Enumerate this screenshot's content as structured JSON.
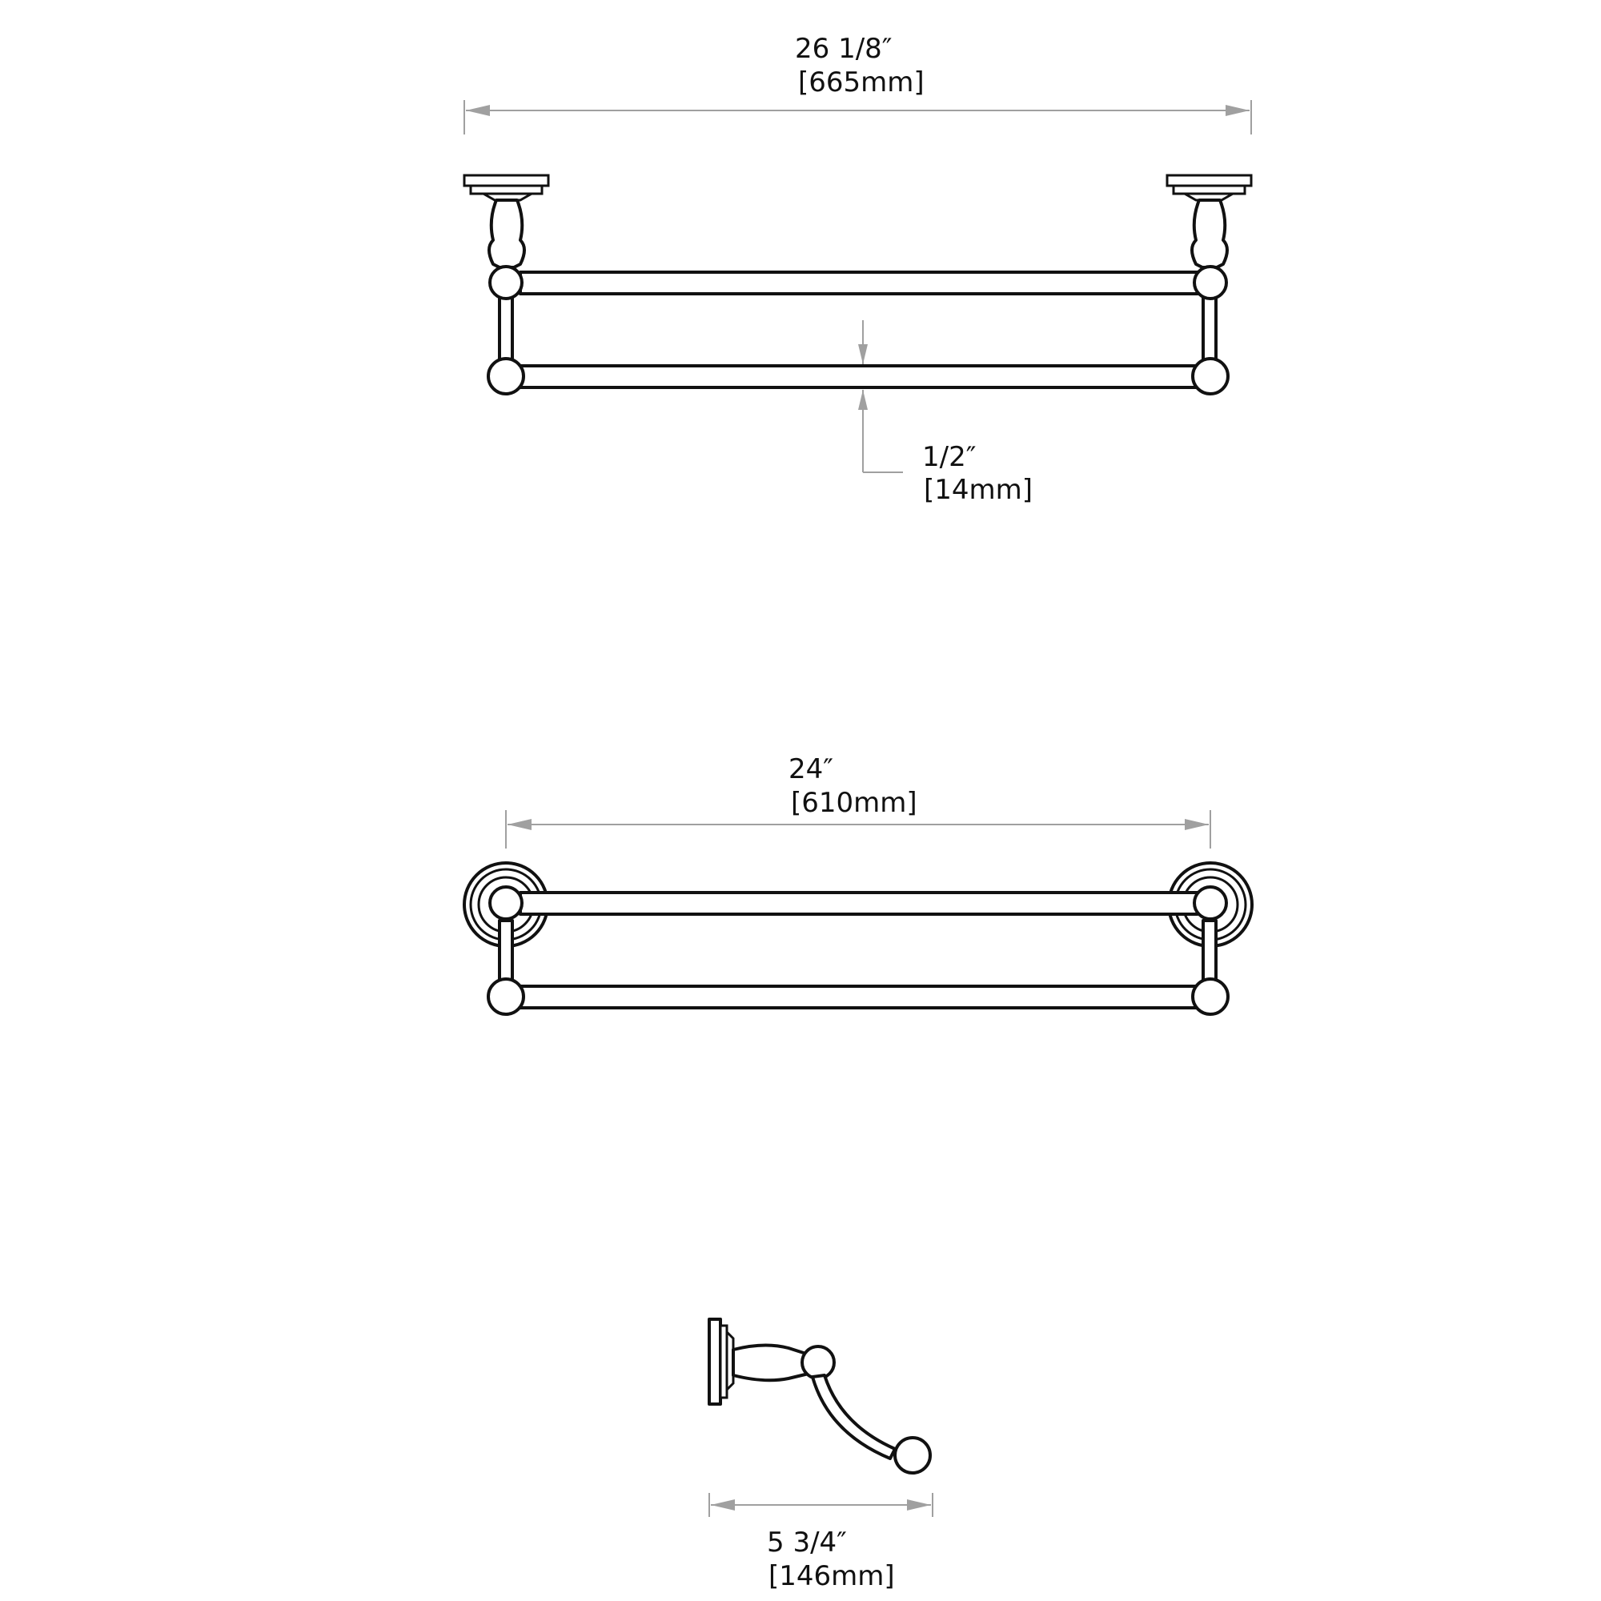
{
  "top_view": {
    "overall_width_imperial": "26 1/8″",
    "overall_width_metric": "[665mm]",
    "bar_diameter_imperial": "1/2″",
    "bar_diameter_metric": "[14mm]"
  },
  "front_view": {
    "bar_length_imperial": "24″",
    "bar_length_metric": "[610mm]"
  },
  "hook_view": {
    "projection_imperial": "5 3/4″",
    "projection_metric": "[146mm]"
  },
  "colors": {
    "line": "#111111",
    "dimension": "#a0a0a0",
    "background": "#ffffff"
  }
}
